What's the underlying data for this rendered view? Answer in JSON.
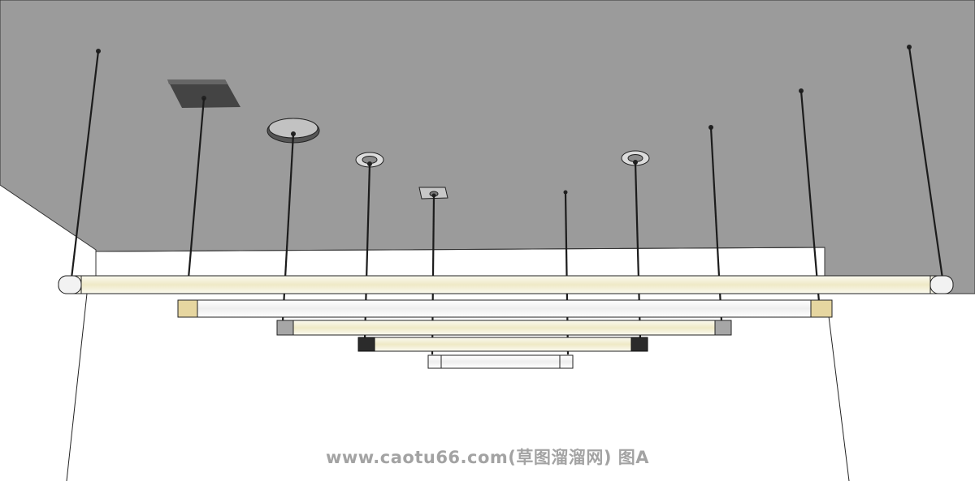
{
  "watermark": {
    "text": "www.caotu66.com(草图溜溜网) 图A"
  },
  "colors": {
    "ceiling": "#9b9b9b",
    "wall": "#ffffff",
    "tube_glow": "#f4f1d8",
    "cap_white": "#f2f2f2",
    "cap_gold": "#e6d6a0",
    "cap_gray": "#a6a6a6",
    "cap_black": "#2b2b2b",
    "outline": "#222222"
  },
  "scene_objects": {
    "canopies": [
      "square-canopy",
      "large-round-canopy",
      "small-round-canopy",
      "small-square-canopy",
      "small-round-canopy"
    ],
    "tubes": [
      {
        "name": "tube-1",
        "cap_color": "cap_white",
        "glow": true
      },
      {
        "name": "tube-2",
        "cap_color": "cap_gold",
        "glow": false
      },
      {
        "name": "tube-3",
        "cap_color": "cap_gray",
        "glow": true
      },
      {
        "name": "tube-4",
        "cap_color": "cap_black",
        "glow": true
      },
      {
        "name": "tube-5",
        "cap_color": "cap_white",
        "glow": false
      }
    ]
  }
}
